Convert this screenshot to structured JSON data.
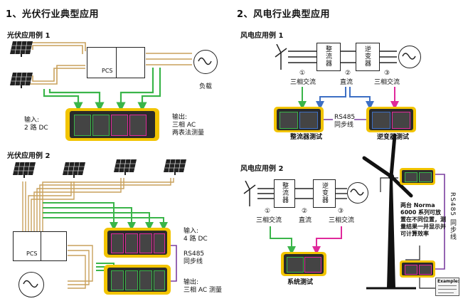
{
  "sections": {
    "pv": {
      "title": "1、光伏行业典型应用",
      "example1": {
        "title": "光伏应用例 1",
        "pcs": "PCS",
        "load": "负载",
        "input": "输入:",
        "input_detail": "2 路 DC",
        "output": "输出:",
        "output_detail": "三相 AC",
        "output_method": "两表法测量"
      },
      "example2": {
        "title": "光伏应用例 2",
        "pcs": "PCS",
        "input": "输入:",
        "input_detail": "4 路 DC",
        "sync": "RS485",
        "sync2": "同步线",
        "output": "输出:",
        "output_detail": "三相 AC 测量"
      }
    },
    "wind": {
      "title": "2、风电行业典型应用",
      "example1": {
        "title": "风电应用例 1",
        "rectifier": "整流器",
        "inverter": "逆变器",
        "point1": "①",
        "point2": "②",
        "point3": "③",
        "ac3_left": "三相交流",
        "dc": "直流",
        "ac3_right": "三相交流",
        "sync": "RS485",
        "sync2": "同步线",
        "rect_test": "整流器测试",
        "inv_test": "逆变器测试"
      },
      "example2": {
        "title": "风电应用例 2",
        "rectifier": "整流器",
        "inverter": "逆变器",
        "point1": "①",
        "point2": "②",
        "point3": "③",
        "ac3_left": "三相交流",
        "dc": "直流",
        "ac3_right": "三相交流",
        "system_test": "系统测试",
        "note": "两台 Norma 6000 系列可放置在不同位置，测量结果一并显示并可计算效率",
        "rs485_sync": "RS485 同步线",
        "example_label": "Example:"
      }
    }
  },
  "colors": {
    "green": "#3ab54a",
    "blue": "#3d6fc4",
    "magenta": "#e0299b",
    "purple": "#7b3fa0",
    "tan": "#c9a15c",
    "analyzer_yellow": "#f2c400",
    "analyzer_dark": "#2b2b2b"
  }
}
